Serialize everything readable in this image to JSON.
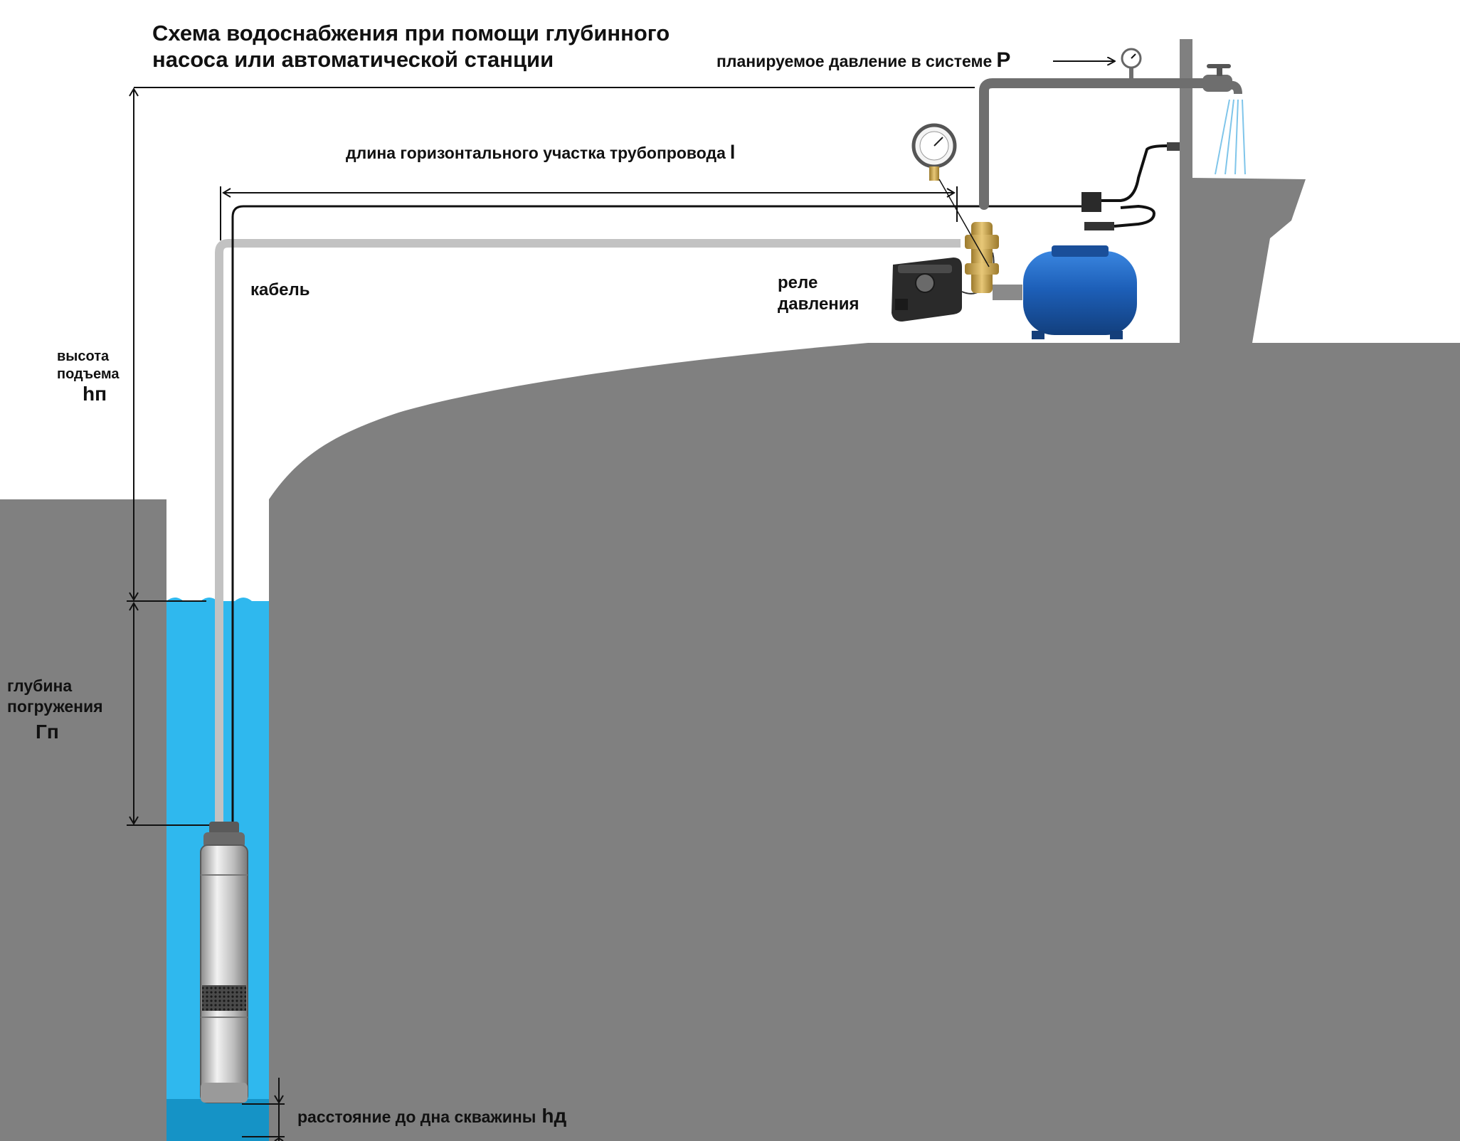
{
  "title_lines": [
    "Схема водоснабжения при помощи глубинного",
    "насоса или автоматической станции"
  ],
  "labels": {
    "pressure": "планируемое давление в системе",
    "pressure_symbol": "P",
    "horizontal": "длина горизонтального участка трубопровода",
    "horizontal_symbol": "l",
    "cable": "кабель",
    "relay_line1": "реле",
    "relay_line2": "давления",
    "lift_line1": "высота",
    "lift_line2": "подъема",
    "lift_symbol": "hп",
    "depth_line1": "глубина",
    "depth_line2": "погружения",
    "depth_symbol": "Гп",
    "bottom": "расстояние до дна скважины",
    "bottom_symbol": "hд"
  },
  "colors": {
    "ground": "#808080",
    "water": "#2fb8ee",
    "tank": "#1f5fb3",
    "pipe": "#6e6e6e",
    "pump_body": "#c8c8c8",
    "brass": "#c9a44e",
    "relay": "#2a2a2a"
  },
  "icons": [
    "pressure-gauge-icon",
    "faucet-icon",
    "submersible-pump-icon",
    "hydraulic-tank-icon",
    "pressure-relay-icon"
  ]
}
